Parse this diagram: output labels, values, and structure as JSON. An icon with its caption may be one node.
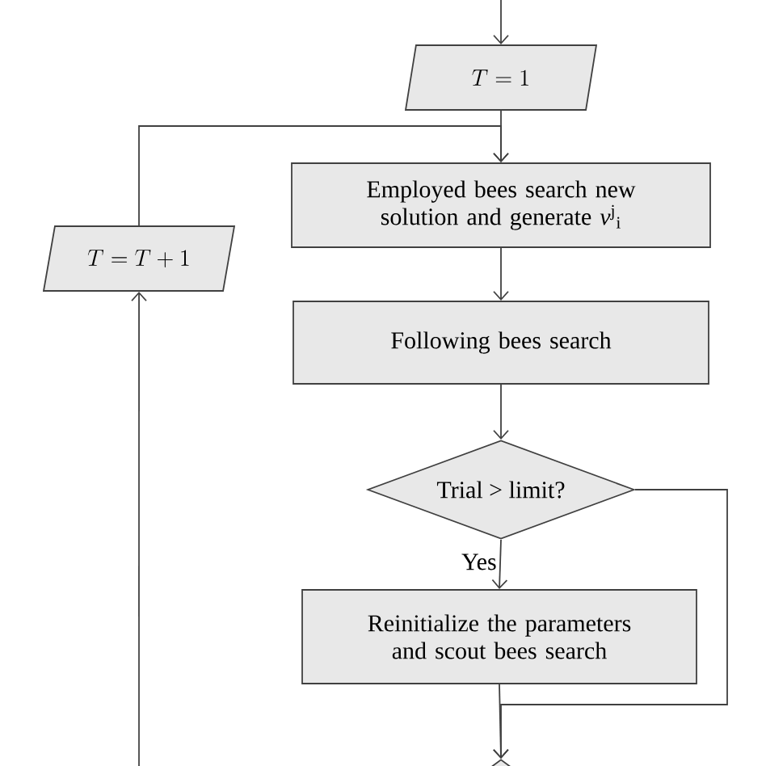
{
  "diagram": {
    "nodes": [
      {
        "text": [
          "T = 1"
        ]
      },
      {
        "text": [
          "T = T + 1"
        ]
      },
      {
        "text": [
          "Employed bees search new solution and generate *v*$^{j}$$_{i}$"
        ]
      },
      {
        "text": [
          "Following bees search"
        ]
      },
      {
        "text": [
          "Trial > limit?"
        ]
      },
      {
        "text": [
          "Reinitialize the parameters and scout bees search"
        ]
      },
      {
        "text": [],
        "shape": "diamond"
      }
    ],
    "edges": [
      {
        "from": null,
        "to": 0,
        "arrow": "to"
      },
      {
        "from": 0,
        "to": 2,
        "arrow": "to"
      },
      {
        "from": 1,
        "to": 2,
        "arrow": "to"
      },
      {
        "from": null,
        "to": 1,
        "arrow": "to"
      },
      {
        "from": 2,
        "to": 3,
        "arrow": "to"
      },
      {
        "from": 3,
        "to": 4,
        "arrow": "to"
      },
      {
        "from": 4,
        "to": 5,
        "arrow": "to",
        "label": "Yes"
      },
      {
        "from": 4,
        "to": 6,
        "arrow": "to"
      },
      {
        "from": 5,
        "to": 6,
        "arrow": "to"
      }
    ]
  }
}
